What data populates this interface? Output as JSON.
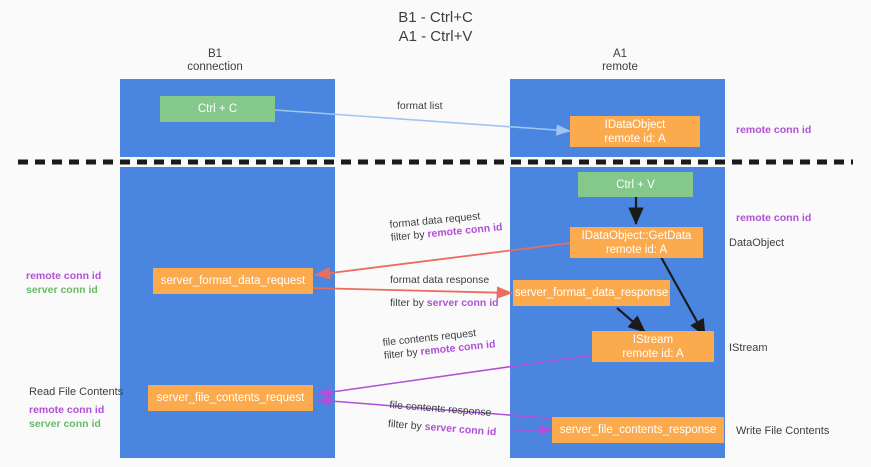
{
  "diagram": {
    "title": "B1 - Ctrl+C\nA1 - Ctrl+V",
    "colors": {
      "lane": "#4a86e0",
      "node_orange": "#fbab4e",
      "node_green": "#84c98b",
      "highlight_remote": "#b14fd8",
      "highlight_server": "#6aba6a",
      "arrow_blue": "#9fc5f0",
      "arrow_red": "#ea6d5f",
      "arrow_purple": "#b14fd8",
      "arrow_black": "#1a1a1a",
      "divider": "#1a1a1a",
      "background": "#fafafa"
    },
    "lanes": [
      {
        "id": "b1",
        "heading": "B1\nconnection"
      },
      {
        "id": "a1",
        "heading": "A1\nremote"
      }
    ],
    "nodes": [
      {
        "id": "ctrl-c",
        "lane": "b1",
        "kind": "green",
        "line1": "Ctrl + C",
        "line2": ""
      },
      {
        "id": "idataobject",
        "lane": "a1",
        "kind": "orange",
        "line1": "IDataObject",
        "line2": "remote id: A"
      },
      {
        "id": "ctrl-v",
        "lane": "a1",
        "kind": "green",
        "line1": "Ctrl + V",
        "line2": ""
      },
      {
        "id": "idataobject-getdata",
        "lane": "a1",
        "kind": "orange",
        "line1": "IDataObject::GetData",
        "line2": "remote id: A"
      },
      {
        "id": "server-format-data-request",
        "lane": "b1",
        "kind": "orange",
        "line1": "server_format_data_request",
        "line2": ""
      },
      {
        "id": "server-format-data-response",
        "lane": "a1",
        "kind": "orange",
        "line1": "server_format_data_response",
        "line2": ""
      },
      {
        "id": "istream",
        "lane": "a1",
        "kind": "orange",
        "line1": "IStream",
        "line2": "remote id: A"
      },
      {
        "id": "server-file-contents-request",
        "lane": "b1",
        "kind": "orange",
        "line1": "server_file_contents_request",
        "line2": ""
      },
      {
        "id": "server-file-contents-response",
        "lane": "a1",
        "kind": "orange",
        "line1": "server_file_contents_response",
        "line2": ""
      }
    ],
    "edge_labels": {
      "format_list": {
        "line1": "format list",
        "filter_prefix": "",
        "filter_key": ""
      },
      "format_data_request": {
        "line1": "format data request",
        "filter_prefix": "filter by ",
        "filter_key": "remote conn id"
      },
      "format_data_response": {
        "line1": "format data response",
        "filter_prefix": "filter by ",
        "filter_key": "server conn id"
      },
      "file_contents_request": {
        "line1": "file contents request",
        "filter_prefix": "filter by ",
        "filter_key": "remote conn id"
      },
      "file_contents_response": {
        "line1": "file contents response",
        "filter_prefix": "filter by ",
        "filter_key": "server conn id"
      }
    },
    "right_notes": [
      {
        "id": "remote-conn-id-top",
        "text": "remote conn id",
        "style": "remote"
      },
      {
        "id": "remote-conn-id-middle",
        "text": "remote conn id",
        "style": "remote"
      },
      {
        "id": "dataobject-label",
        "text": "DataObject",
        "style": "plain"
      },
      {
        "id": "istream-label",
        "text": "IStream",
        "style": "plain"
      },
      {
        "id": "write-file-contents",
        "text": "Write File Contents",
        "style": "plain"
      }
    ],
    "left_notes": [
      {
        "id": "remote-conn-id-left",
        "text": "remote conn id",
        "style": "remote"
      },
      {
        "id": "server-conn-id-left",
        "text": "server conn id",
        "style": "server"
      },
      {
        "id": "read-file-contents",
        "text": "Read File Contents",
        "style": "plain"
      },
      {
        "id": "remote-conn-id-left2",
        "text": "remote conn id",
        "style": "remote"
      },
      {
        "id": "server-conn-id-left2",
        "text": "server conn id",
        "style": "server"
      }
    ]
  }
}
